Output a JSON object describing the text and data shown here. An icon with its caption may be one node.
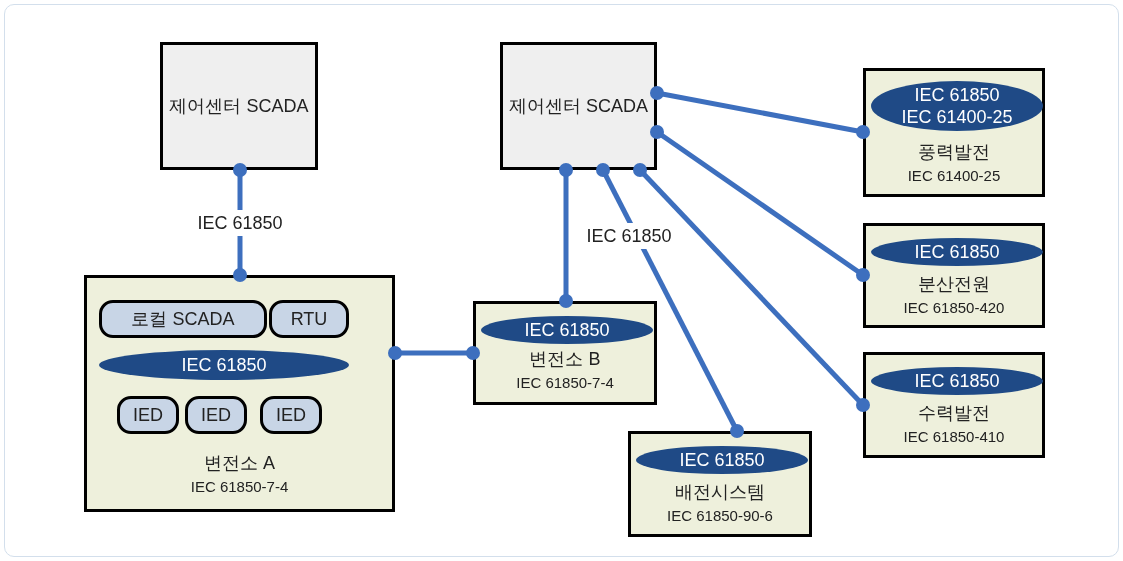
{
  "diagram": {
    "nodes": [
      {
        "text": [
          "제어센터 SCADA"
        ]
      },
      {
        "text": [
          "제어센터 SCADA"
        ]
      },
      {
        "text": [
          "풍력발전",
          "IEC 61400-25"
        ]
      },
      {
        "text": [
          "IEC 61850",
          "IEC 61400-25"
        ],
        "in": 2
      },
      {
        "text": [
          "분산전원",
          "IEC 61850-420"
        ]
      },
      {
        "text": [
          "IEC 61850"
        ],
        "in": 4
      },
      {
        "text": [
          "변전소 A",
          "IEC 61850-7-4"
        ]
      },
      {
        "text": [
          "로컬 SCADA"
        ],
        "in": 6
      },
      {
        "text": [
          "RTU"
        ],
        "in": 6
      },
      {
        "text": [
          "IEC 61850"
        ],
        "in": 6
      },
      {
        "text": [
          "IED"
        ],
        "in": 6
      },
      {
        "text": [
          "IED"
        ],
        "in": 6
      },
      {
        "text": [
          "IED"
        ],
        "in": 6
      },
      {
        "text": [
          "변전소 B",
          "IEC 61850-7-4"
        ]
      },
      {
        "text": [
          "IEC 61850"
        ],
        "in": 13
      },
      {
        "text": [
          "수력발전",
          "IEC 61850-410"
        ]
      },
      {
        "text": [
          "IEC 61850"
        ],
        "in": 15
      },
      {
        "text": [
          "배전시스템",
          "IEC 61850-90-6"
        ]
      },
      {
        "text": [
          "IEC 61850"
        ],
        "in": 17
      }
    ],
    "edges": [
      {
        "from": 0,
        "to": 6,
        "arrow": "other",
        "label": "IEC 61850"
      },
      {
        "from": 1,
        "to": 13,
        "arrow": "other",
        "label": "IEC 61850"
      },
      {
        "from": 1,
        "to": 17,
        "arrow": "other"
      },
      {
        "from": 1,
        "to": 15,
        "arrow": "other"
      },
      {
        "from": 1,
        "to": 2,
        "arrow": "other"
      },
      {
        "from": 1,
        "to": 4,
        "arrow": "other"
      },
      {
        "from": 6,
        "to": 13,
        "arrow": "other"
      }
    ]
  }
}
